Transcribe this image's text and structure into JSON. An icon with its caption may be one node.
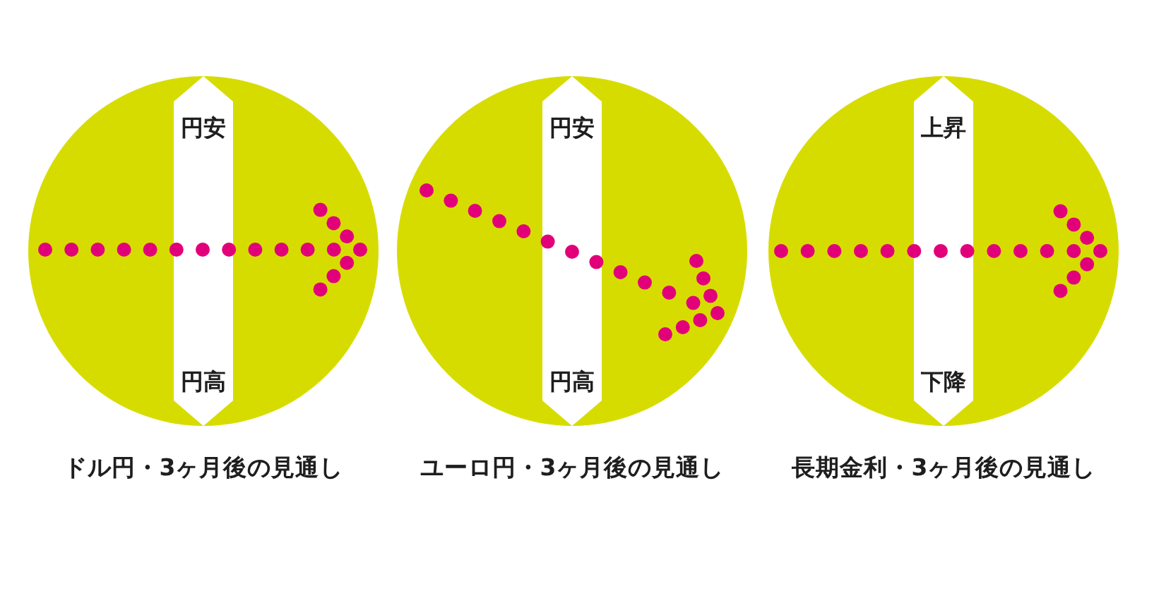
{
  "diagram": {
    "nodes": [
      {
        "text": [],
        "shape": "circle",
        "beside": [
          "ドル円・3ヶ月後の見通し"
        ]
      },
      {
        "text": [
          "円安",
          "円高"
        ],
        "in": 0
      },
      {
        "text": [],
        "shape": "circle",
        "beside": [
          "ユーロ円・3ヶ月後の見通し"
        ]
      },
      {
        "text": [
          "円安",
          "円高"
        ],
        "in": 2
      },
      {
        "text": [],
        "shape": "circle",
        "beside": [
          "長期金利・3ヶ月後の見通し"
        ]
      },
      {
        "text": [
          "上昇",
          "下降"
        ],
        "in": 4
      }
    ]
  }
}
